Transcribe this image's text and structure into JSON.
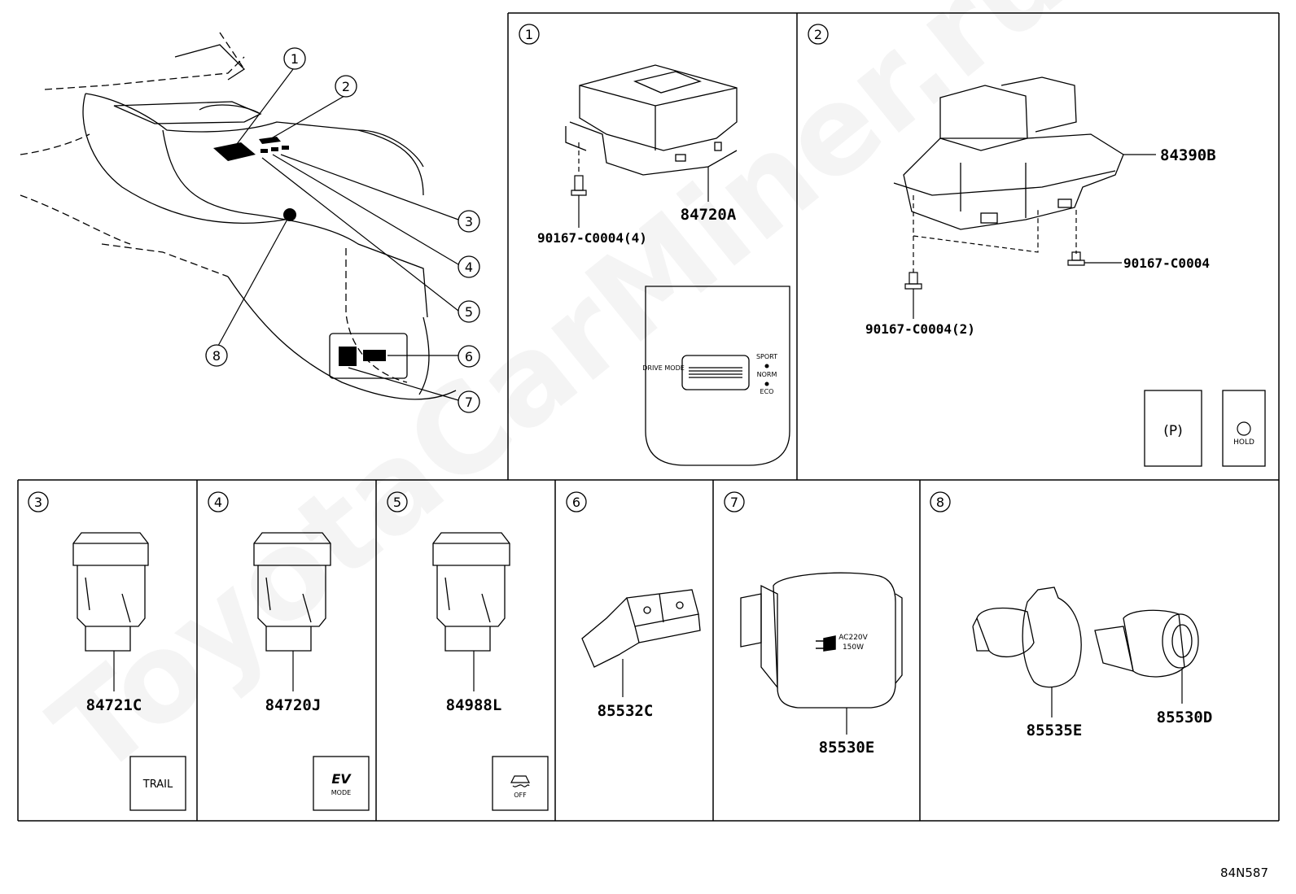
{
  "overview": {
    "callouts": [
      "1",
      "2",
      "3",
      "4",
      "5",
      "6",
      "7",
      "8"
    ]
  },
  "panels": [
    {
      "num": "1",
      "parts": [
        "84720A",
        "90167-C0004(4)"
      ],
      "face": {
        "left": "DRIVE MODE",
        "modes": [
          "SPORT",
          "NORM",
          "ECO"
        ]
      }
    },
    {
      "num": "2",
      "parts": [
        "84390B",
        "90167-C0004",
        "90167-C0004(2)"
      ],
      "icons": [
        "(P)",
        "HOLD"
      ]
    },
    {
      "num": "3",
      "parts": [
        "84721C"
      ],
      "icon": "TRAIL"
    },
    {
      "num": "4",
      "parts": [
        "84720J"
      ],
      "icon": "EV",
      "icon_sub": "MODE"
    },
    {
      "num": "5",
      "parts": [
        "84988L"
      ],
      "icon_sub": "OFF"
    },
    {
      "num": "6",
      "parts": [
        "85532C"
      ]
    },
    {
      "num": "7",
      "parts": [
        "85530E"
      ],
      "outlet": [
        "AC220V",
        "150W"
      ]
    },
    {
      "num": "8",
      "parts": [
        "85535E",
        "85530D"
      ]
    }
  ],
  "diagram_code": "84N587",
  "watermark": "ToyotaCarMiner.ru"
}
